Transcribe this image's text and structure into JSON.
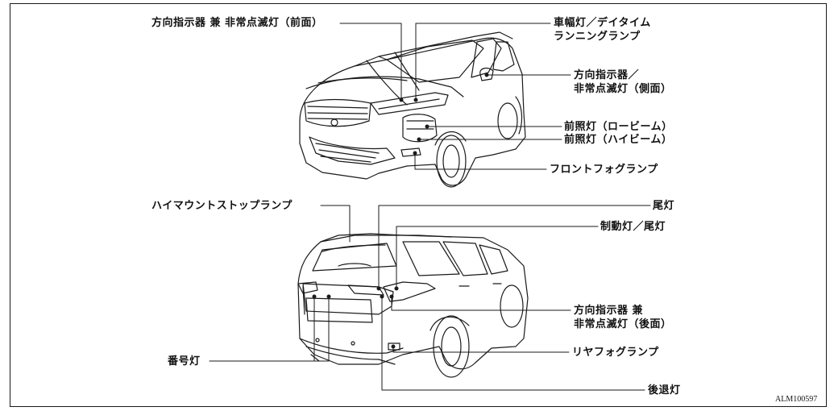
{
  "front": {
    "labels": {
      "turn_signal_front": "方向指示器 兼 非常点滅灯（前面）",
      "position_drl": "車幅灯／デイタイム\nランニングランプ",
      "turn_signal_side": "方向指示器／\n非常点滅灯（側面）",
      "headlight_low": "前照灯（ロービーム）",
      "headlight_high": "前照灯（ハイビーム）",
      "front_fog": "フロントフォグランプ"
    }
  },
  "rear": {
    "labels": {
      "high_mount_stop": "ハイマウントストップランプ",
      "tail": "尾灯",
      "stop_tail": "制動灯／尾灯",
      "turn_signal_rear": "方向指示器 兼\n非常点滅灯（後面）",
      "license_plate": "番号灯",
      "rear_fog": "リヤフォグランプ",
      "reverse": "後退灯"
    }
  },
  "figure_code": "ALM100597",
  "colors": {
    "line": "#1a1a1a",
    "background": "#ffffff"
  }
}
